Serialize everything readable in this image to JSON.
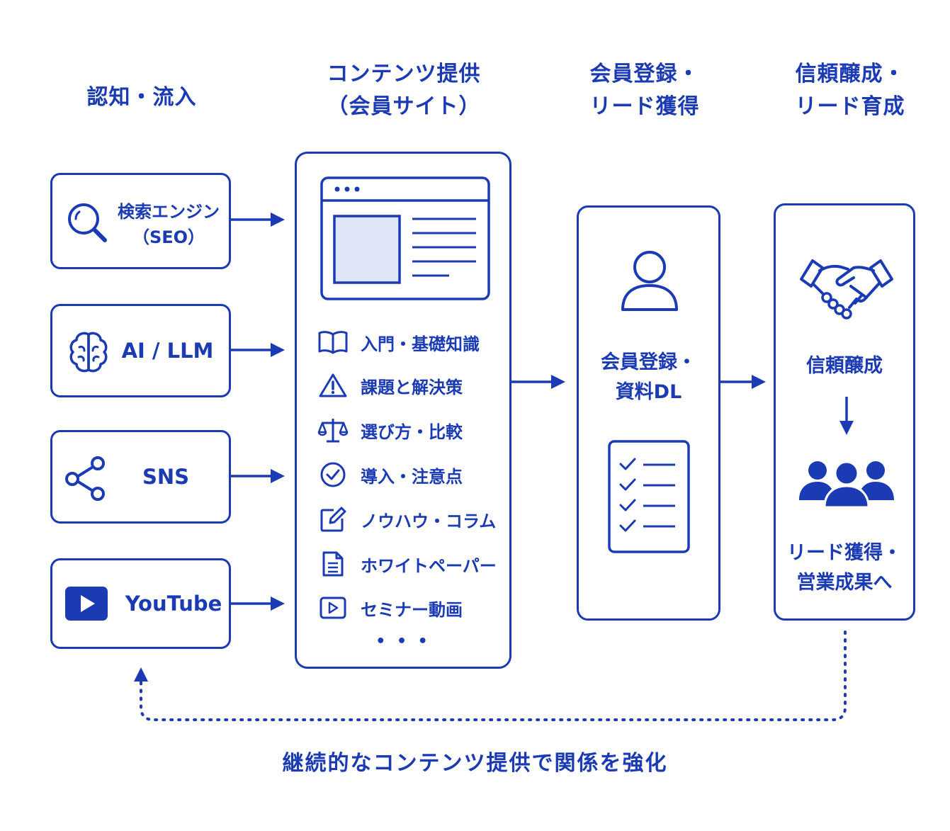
{
  "columns": {
    "awareness": "認知・流入",
    "content_line1": "コンテンツ提供",
    "content_line2": "（会員サイト）",
    "member_line1": "会員登録・",
    "member_line2": "リード獲得",
    "trust_line1": "信頼醸成・",
    "trust_line2": "リード育成"
  },
  "sources": [
    {
      "label_line1": "検索エンジン",
      "label_line2": "（SEO）",
      "icon": "search-icon"
    },
    {
      "label": "AI / LLM",
      "icon": "brain-icon"
    },
    {
      "label": "SNS",
      "icon": "share-icon"
    },
    {
      "label": "YouTube",
      "icon": "youtube-play-icon"
    }
  ],
  "content_items": [
    {
      "label": "入門・基礎知識",
      "icon": "open-book-icon"
    },
    {
      "label": "課題と解決策",
      "icon": "warning-icon"
    },
    {
      "label": "選び方・比較",
      "icon": "scale-icon"
    },
    {
      "label": "導入・注意点",
      "icon": "check-circle-icon"
    },
    {
      "label": "ノウハウ・コラム",
      "icon": "edit-icon"
    },
    {
      "label": "ホワイトペーパー",
      "icon": "document-icon"
    },
    {
      "label": "セミナー動画",
      "icon": "video-play-icon"
    }
  ],
  "content_more": "• • •",
  "member_box": {
    "line1": "会員登録・",
    "line2": "資料DL",
    "icons": [
      "user-icon",
      "checklist-icon"
    ]
  },
  "trust_box": {
    "top": "信頼醸成",
    "bottom_line1": "リード獲得・",
    "bottom_line2": "営業成果へ",
    "icons": [
      "handshake-icon",
      "arrow-down-icon",
      "group-icon"
    ]
  },
  "footer": "継続的なコンテンツ提供で関係を強化",
  "colors": {
    "primary": "#1a3bb4",
    "fill_light": "#dfe6f7"
  }
}
